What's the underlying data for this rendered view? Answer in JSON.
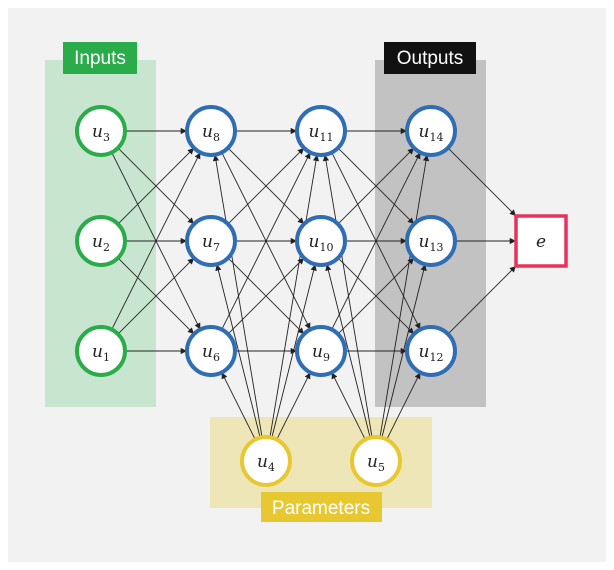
{
  "colors": {
    "page_background": "#f2f2f2",
    "inputs_region": "#c8e6cf",
    "outputs_region": "#c2c2c2",
    "parameters_region": "#efe6b8",
    "input_node": "#2bac4a",
    "hidden_node": "#2f6db5",
    "param_node": "#e8c831",
    "error_node": "#e8325c",
    "edge": "#222222"
  },
  "regions": {
    "inputs": {
      "label": "Inputs",
      "label_bg": "#2bac4a",
      "label_color": "#ffffff"
    },
    "outputs": {
      "label": "Outputs",
      "label_bg": "#111111",
      "label_color": "#ffffff"
    },
    "parameters": {
      "label": "Parameters",
      "label_bg": "#e8c831",
      "label_color": "#ffffff"
    }
  },
  "nodes": [
    {
      "id": "u3",
      "base": "u",
      "sub": "3",
      "kind": "input"
    },
    {
      "id": "u2",
      "base": "u",
      "sub": "2",
      "kind": "input"
    },
    {
      "id": "u1",
      "base": "u",
      "sub": "1",
      "kind": "input"
    },
    {
      "id": "u8",
      "base": "u",
      "sub": "8",
      "kind": "hidden"
    },
    {
      "id": "u7",
      "base": "u",
      "sub": "7",
      "kind": "hidden"
    },
    {
      "id": "u6",
      "base": "u",
      "sub": "6",
      "kind": "hidden"
    },
    {
      "id": "u11",
      "base": "u",
      "sub": "11",
      "kind": "hidden"
    },
    {
      "id": "u10",
      "base": "u",
      "sub": "10",
      "kind": "hidden"
    },
    {
      "id": "u9",
      "base": "u",
      "sub": "9",
      "kind": "hidden"
    },
    {
      "id": "u14",
      "base": "u",
      "sub": "14",
      "kind": "hidden"
    },
    {
      "id": "u13",
      "base": "u",
      "sub": "13",
      "kind": "hidden"
    },
    {
      "id": "u12",
      "base": "u",
      "sub": "12",
      "kind": "hidden"
    },
    {
      "id": "u4",
      "base": "u",
      "sub": "4",
      "kind": "param"
    },
    {
      "id": "u5",
      "base": "u",
      "sub": "5",
      "kind": "param"
    },
    {
      "id": "e",
      "base": "e",
      "sub": "",
      "kind": "error"
    }
  ],
  "edges": [
    [
      "u3",
      "u8"
    ],
    [
      "u3",
      "u7"
    ],
    [
      "u3",
      "u6"
    ],
    [
      "u2",
      "u8"
    ],
    [
      "u2",
      "u7"
    ],
    [
      "u2",
      "u6"
    ],
    [
      "u1",
      "u8"
    ],
    [
      "u1",
      "u7"
    ],
    [
      "u1",
      "u6"
    ],
    [
      "u8",
      "u11"
    ],
    [
      "u8",
      "u10"
    ],
    [
      "u8",
      "u9"
    ],
    [
      "u7",
      "u11"
    ],
    [
      "u7",
      "u10"
    ],
    [
      "u7",
      "u9"
    ],
    [
      "u6",
      "u11"
    ],
    [
      "u6",
      "u10"
    ],
    [
      "u6",
      "u9"
    ],
    [
      "u11",
      "u14"
    ],
    [
      "u11",
      "u13"
    ],
    [
      "u11",
      "u12"
    ],
    [
      "u10",
      "u14"
    ],
    [
      "u10",
      "u13"
    ],
    [
      "u10",
      "u12"
    ],
    [
      "u9",
      "u14"
    ],
    [
      "u9",
      "u13"
    ],
    [
      "u9",
      "u12"
    ],
    [
      "u14",
      "e"
    ],
    [
      "u13",
      "e"
    ],
    [
      "u12",
      "e"
    ],
    [
      "u4",
      "u8"
    ],
    [
      "u4",
      "u7"
    ],
    [
      "u4",
      "u6"
    ],
    [
      "u4",
      "u11"
    ],
    [
      "u4",
      "u10"
    ],
    [
      "u4",
      "u9"
    ],
    [
      "u5",
      "u11"
    ],
    [
      "u5",
      "u10"
    ],
    [
      "u5",
      "u9"
    ],
    [
      "u5",
      "u14"
    ],
    [
      "u5",
      "u13"
    ],
    [
      "u5",
      "u12"
    ]
  ]
}
